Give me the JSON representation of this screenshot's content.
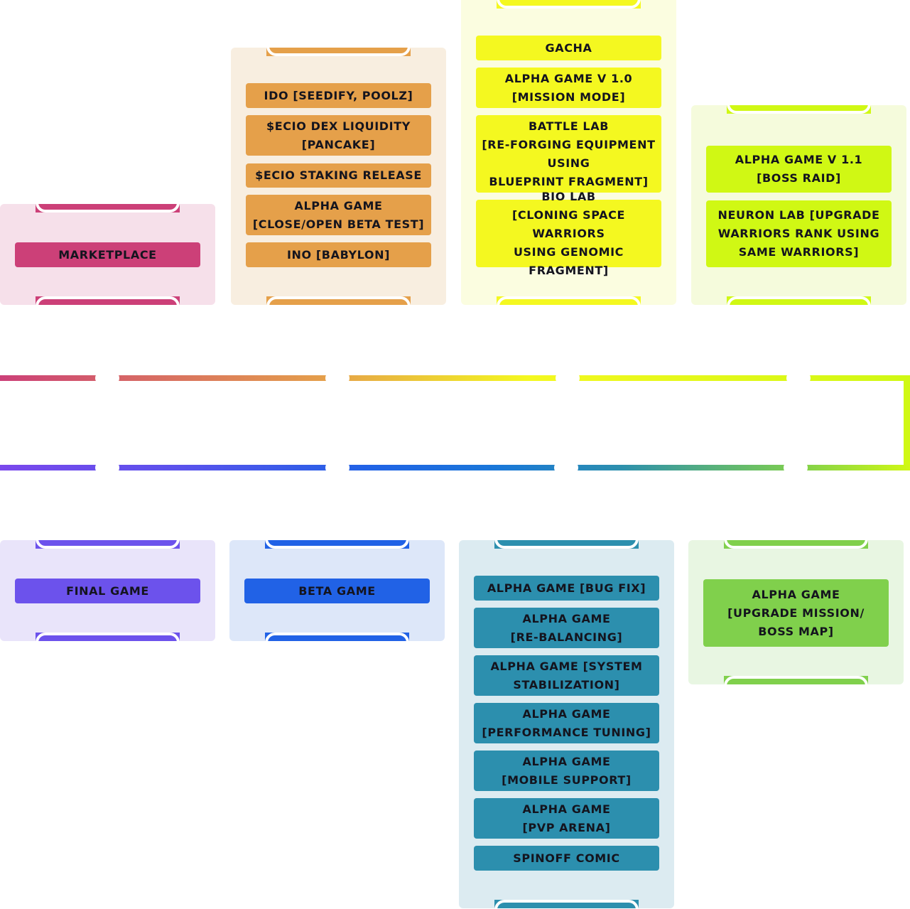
{
  "phases_top": [
    {
      "items": [
        "MARKETPLACE"
      ]
    },
    {
      "items": [
        "IDO [SEEDIFY, POOLZ]",
        "$ECIO DEX LIQUIDITY\n[PANCAKE]",
        "$ECIO STAKING RELEASE",
        "ALPHA GAME\n[CLOSE/OPEN BETA TEST]",
        "INO [BABYLON]"
      ]
    },
    {
      "items": [
        "GACHA",
        "ALPHA GAME V 1.0\n[MISSION MODE]",
        "BATTLE LAB\n[RE-FORGING EQUIPMENT\nUSING\nBLUEPRINT FRAGMENT]",
        "BIO LAB\n[CLONING SPACE WARRIORS\nUSING GENOMIC FRAGMENT]"
      ]
    },
    {
      "items": [
        "ALPHA GAME V 1.1\n[BOSS RAID]",
        "NEURON LAB [UPGRADE\nWARRIORS RANK USING\nSAME WARRIORS]"
      ]
    }
  ],
  "phases_bottom": [
    {
      "items": [
        "FINAL GAME"
      ]
    },
    {
      "items": [
        "BETA GAME"
      ]
    },
    {
      "items": [
        "ALPHA GAME [BUG FIX]",
        "ALPHA GAME\n[RE-BALANCING]",
        "ALPHA GAME [SYSTEM\nSTABILIZATION]",
        "ALPHA GAME\n[PERFORMANCE TUNING]",
        "ALPHA GAME\n[MOBILE SUPPORT]",
        "ALPHA GAME\n[PVP ARENA]",
        "SPINOFF COMIC"
      ]
    },
    {
      "items": [
        "ALPHA GAME\n[UPGRADE MISSION/\nBOSS MAP]"
      ]
    }
  ],
  "colors": {
    "marketplace": "#cc4078",
    "orange": "#e5a04a",
    "yellow": "#f4f820",
    "lime": "#d0f814",
    "purple": "#6c52ec",
    "blue": "#2162e6",
    "teal": "#2c8fae",
    "green": "#80d04c"
  }
}
